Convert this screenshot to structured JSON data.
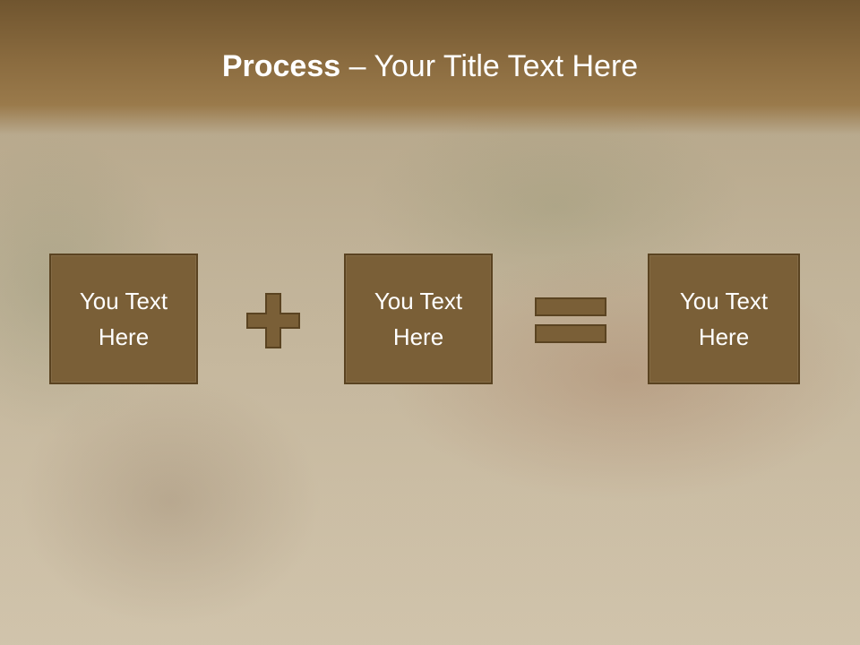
{
  "slide": {
    "title_bold": "Process",
    "title_rest": " – Your Title Text Here",
    "boxes": [
      {
        "text": "You Text Here"
      },
      {
        "text": "You Text Here"
      },
      {
        "text": "You Text Here"
      }
    ],
    "operators": [
      "plus-icon",
      "equals-icon"
    ]
  },
  "colors": {
    "header": "#8a6b3f",
    "box_fill": "#7a5f37",
    "box_border": "#5a4321",
    "text": "#ffffff"
  }
}
